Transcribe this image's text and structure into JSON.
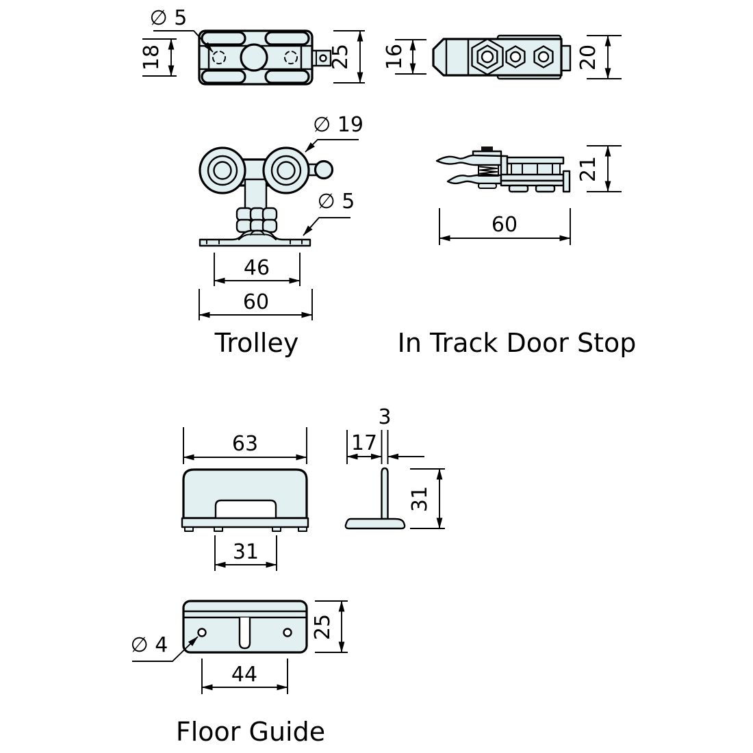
{
  "drawing": {
    "background": "#ffffff",
    "part_fill": "#e2f0f1",
    "line_color": "#000000"
  },
  "trolley": {
    "label": "Trolley",
    "top_view": {
      "hole_diameter": "∅ 5",
      "roller_pitch": "18",
      "body_width": "25"
    },
    "front_view": {
      "wheel_diameter": "∅ 19",
      "plate_hole_diameter": "∅ 5",
      "hole_spacing": "46",
      "plate_length": "60"
    }
  },
  "door_stop": {
    "label": "In Track Door Stop",
    "top_view": {
      "nose_height": "16",
      "body_height": "20"
    },
    "side_view": {
      "height": "21",
      "length": "60"
    }
  },
  "floor_guide": {
    "label": "Floor Guide",
    "front_view": {
      "width": "63",
      "notch_width": "31"
    },
    "side_view": {
      "blade_thickness": "3",
      "base_depth": "17",
      "height": "31"
    },
    "top_view": {
      "depth": "25",
      "hole_spacing": "44",
      "hole_diameter": "∅ 4"
    }
  }
}
